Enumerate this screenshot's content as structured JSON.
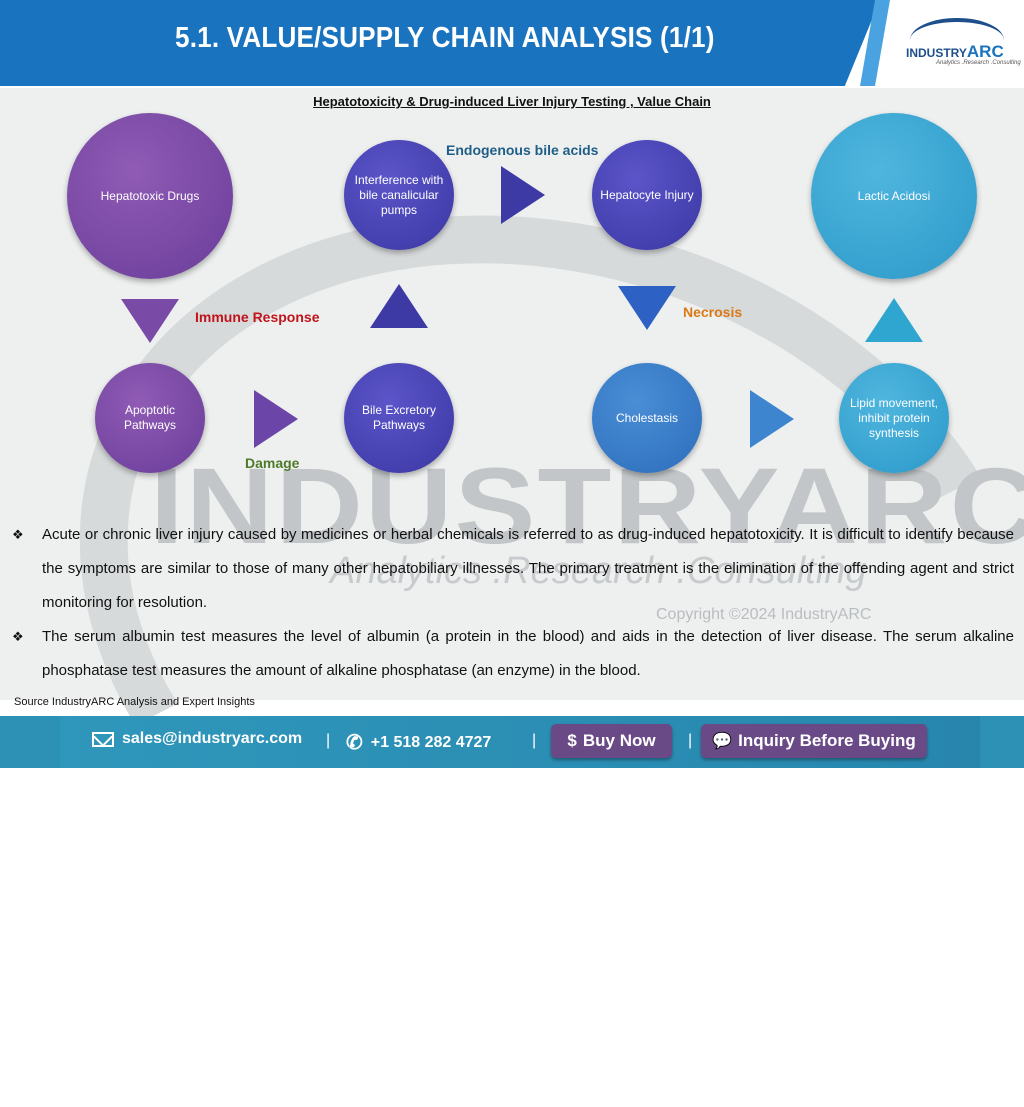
{
  "header": {
    "title": "5.1. VALUE/SUPPLY CHAIN ANALYSIS (1/1)",
    "logo_text": "INDUSTRY",
    "logo_arc": "ARC",
    "logo_tagline": "Analytics .Research .Consulting"
  },
  "diagram": {
    "title": "Hepatotoxicity & Drug-induced Liver Injury Testing , Value Chain",
    "nodes": {
      "hepatotoxic_drugs": "Hepatotoxic Drugs",
      "interference": "Interference with bile canalicular pumps",
      "hepatocyte_injury": "Hepatocyte Injury",
      "lactic_acidosi": "Lactic Acidosi",
      "apoptotic": "Apoptotic Pathways",
      "bile_excretory": "Bile Excretory Pathways",
      "cholestasis": "Cholestasis",
      "lipid": "Lipid movement, inhibit protein synthesis"
    },
    "labels": {
      "endogenous": "Endogenous bile acids",
      "immune": "Immune Response",
      "necrosis": "Necrosis",
      "damage": "Damage"
    },
    "colors": {
      "endogenous": "#1f5e86",
      "immune": "#c0131b",
      "necrosis": "#d97a16",
      "damage": "#4f7a2a"
    }
  },
  "watermark": {
    "industry": "INDUSTRYARC",
    "tagline": "Analytics .Research .Consulting",
    "copyright": "Copyright ©2024 IndustryARC"
  },
  "bullets": [
    "Acute or chronic liver injury caused by medicines or herbal chemicals is referred to as drug-induced hepatotoxicity. It is difficult to identify because the symptoms are similar to those of many other hepatobiliary illnesses. The primary treatment is the elimination of the offending agent and strict monitoring for resolution.",
    "The serum albumin test measures the level of albumin (a protein in the blood) and aids in the detection of liver disease. The serum alkaline phosphatase test measures the amount of alkaline phosphatase (an enzyme) in the blood."
  ],
  "source": "Source IndustryARC Analysis and Expert Insights",
  "footer": {
    "email": "sales@industryarc.com",
    "phone": "+1 518 282 4727",
    "separator": "|",
    "buy_now": "Buy Now",
    "buy_symbol": "$",
    "inquiry": "Inquiry Before Buying"
  }
}
